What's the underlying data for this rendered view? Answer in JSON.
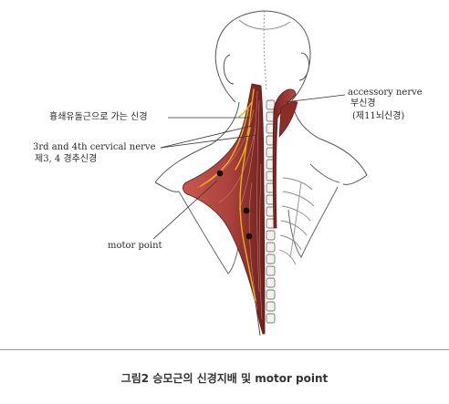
{
  "labels": {
    "accessory_en": "accessory nerve",
    "accessory_ko1": "부신경",
    "accessory_ko2": "(제11뇌신경)",
    "scm_nerve": "흉쇄유돌근으로 가는 신경",
    "cervical_en": "3rd and 4th cervical nerve",
    "cervical_ko": "제3, 4 경추신경",
    "motor_point": "motor point"
  },
  "caption": "그림2  승모근의 신경지배 및 motor point",
  "colors": {
    "muscle": "#b0463f",
    "muscle_dark": "#6e1f1c",
    "nerve": "#e8b020",
    "outline": "#555555"
  }
}
